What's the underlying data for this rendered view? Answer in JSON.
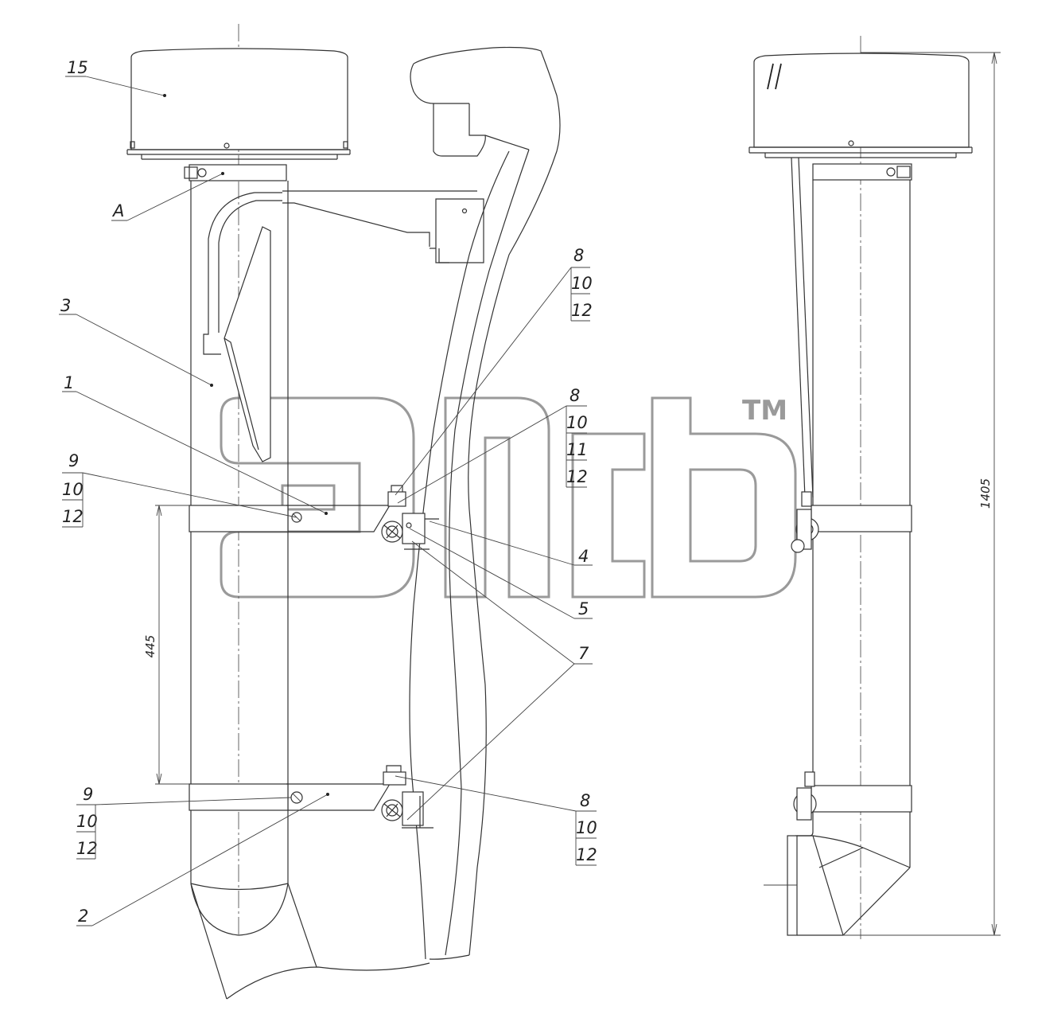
{
  "watermark": {
    "trademark": "TM",
    "color": "#9a9a9a"
  },
  "dimensions": {
    "vertical_spacing": "445",
    "overall_height": "1405"
  },
  "labels": {
    "air_cleaner": "15",
    "section": "A",
    "pipe": "3",
    "bracket_upper": "1",
    "bracket_lower": "2",
    "clamp": "4",
    "bolt": "5",
    "nut": "7"
  },
  "callout_stacks": {
    "left_upper": [
      "9",
      "10",
      "12"
    ],
    "left_lower": [
      "9",
      "10",
      "12"
    ],
    "right_top": [
      "8",
      "10",
      "12"
    ],
    "right_mid": [
      "8",
      "10",
      "11",
      "12"
    ],
    "right_bottom": [
      "8",
      "10",
      "12"
    ]
  },
  "line_color": "#333333"
}
